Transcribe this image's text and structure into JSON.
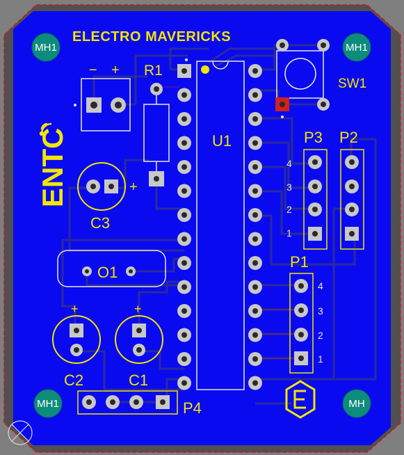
{
  "board": {
    "title": "ELECTRO MAVERICKS",
    "logo_left_text": "ENTC",
    "colors": {
      "background": "#7f7f7f",
      "board_fill": "#0a0af0",
      "board_outline": "#d01818",
      "silkscreen": "#f2e600",
      "pad": "#c8c8c8",
      "mounting_hole": "#0d8c7c",
      "track": "#2a2a9a"
    }
  },
  "components": {
    "r1": "R1",
    "u1": "U1",
    "sw1": "SW1",
    "p1": "P1",
    "p2": "P2",
    "p3": "P3",
    "p4": "P4",
    "c1": "C1",
    "c2": "C2",
    "c3": "C3",
    "o1": "O1"
  },
  "mounting_holes": {
    "top_left": "MH1",
    "top_right": "MH1",
    "bottom_left": "MH1",
    "bottom_right": "MH"
  },
  "labels": {
    "battery_minus": "−",
    "battery_plus": "+",
    "c3_plus": "+",
    "c2_plus": "+",
    "c1_plus": "+"
  },
  "header_pins": {
    "p3": [
      "4",
      "3",
      "2",
      "1"
    ],
    "p1": [
      "4",
      "3",
      "2",
      "1"
    ]
  },
  "icons": [
    "wifi-icon",
    "club-logo-icon",
    "origin-marker-icon"
  ]
}
